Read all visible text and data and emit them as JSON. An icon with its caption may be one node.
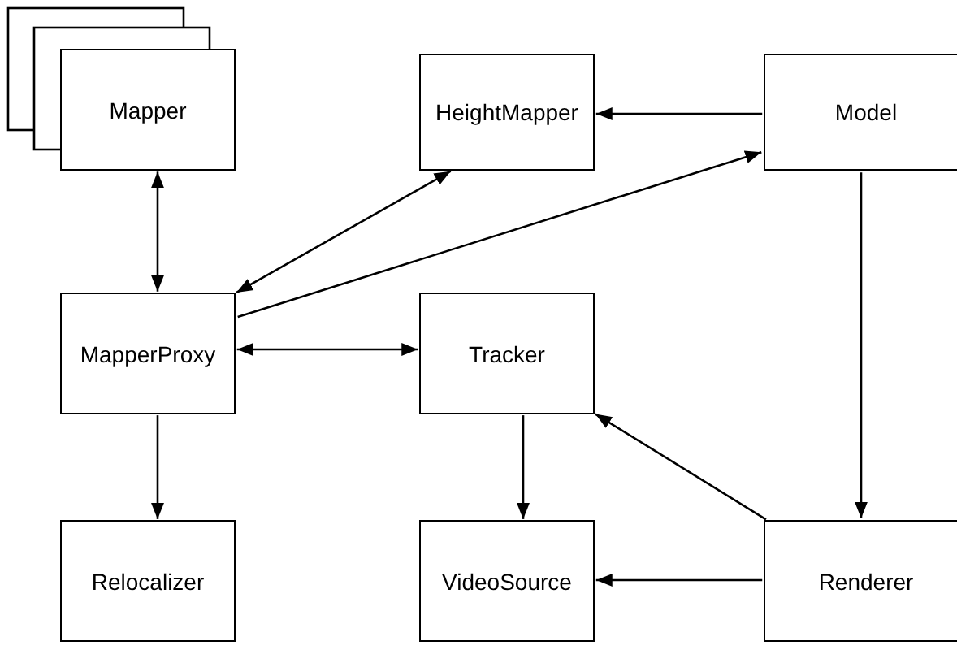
{
  "diagram": {
    "nodes": [
      {
        "text": [
          "Mapper"
        ]
      },
      {
        "text": [
          "HeightMapper"
        ]
      },
      {
        "text": [
          "Model"
        ]
      },
      {
        "text": [
          "MapperProxy"
        ]
      },
      {
        "text": [
          "Tracker"
        ]
      },
      {
        "text": [
          "Relocalizer"
        ]
      },
      {
        "text": [
          "VideoSource"
        ]
      },
      {
        "text": [
          "Renderer"
        ]
      }
    ],
    "edges": [
      {
        "from": 0,
        "to": 3,
        "arrow": "both"
      },
      {
        "from": 2,
        "to": 1,
        "arrow": "to"
      },
      {
        "from": 3,
        "to": 1,
        "arrow": "both"
      },
      {
        "from": 3,
        "to": 2,
        "arrow": "to"
      },
      {
        "from": 3,
        "to": 4,
        "arrow": "both"
      },
      {
        "from": 3,
        "to": 5,
        "arrow": "to"
      },
      {
        "from": 4,
        "to": 6,
        "arrow": "to"
      },
      {
        "from": 2,
        "to": 7,
        "arrow": "to"
      },
      {
        "from": 7,
        "to": 4,
        "arrow": "to"
      },
      {
        "from": 7,
        "to": 6,
        "arrow": "to"
      }
    ]
  }
}
